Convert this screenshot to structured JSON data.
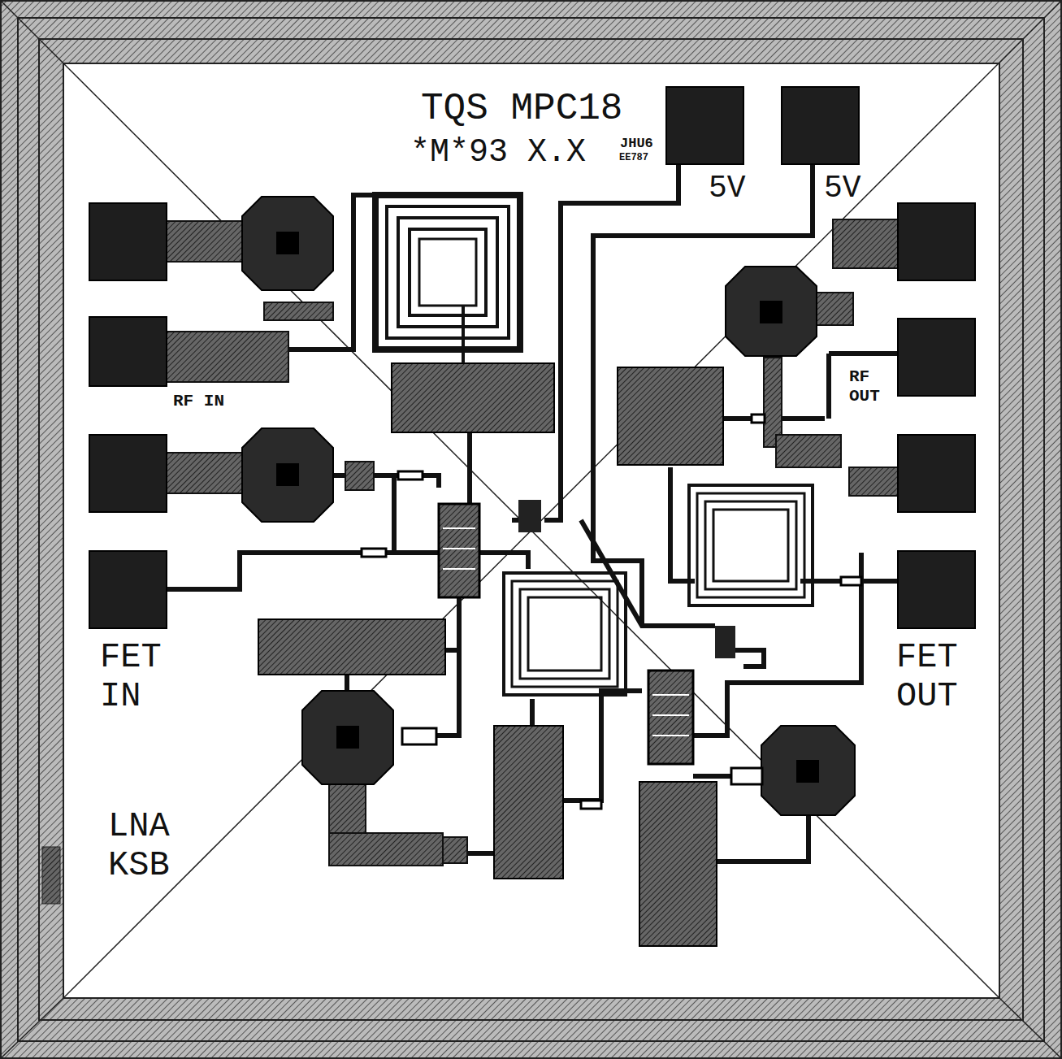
{
  "diagram": {
    "labels": [
      "TQS MPC18",
      "*M*93 X.X",
      "JHU6",
      "EE787",
      "5V",
      "5V",
      "RF IN",
      "RF OUT",
      "FET IN",
      "FET OUT",
      "LNA KSB"
    ]
  }
}
